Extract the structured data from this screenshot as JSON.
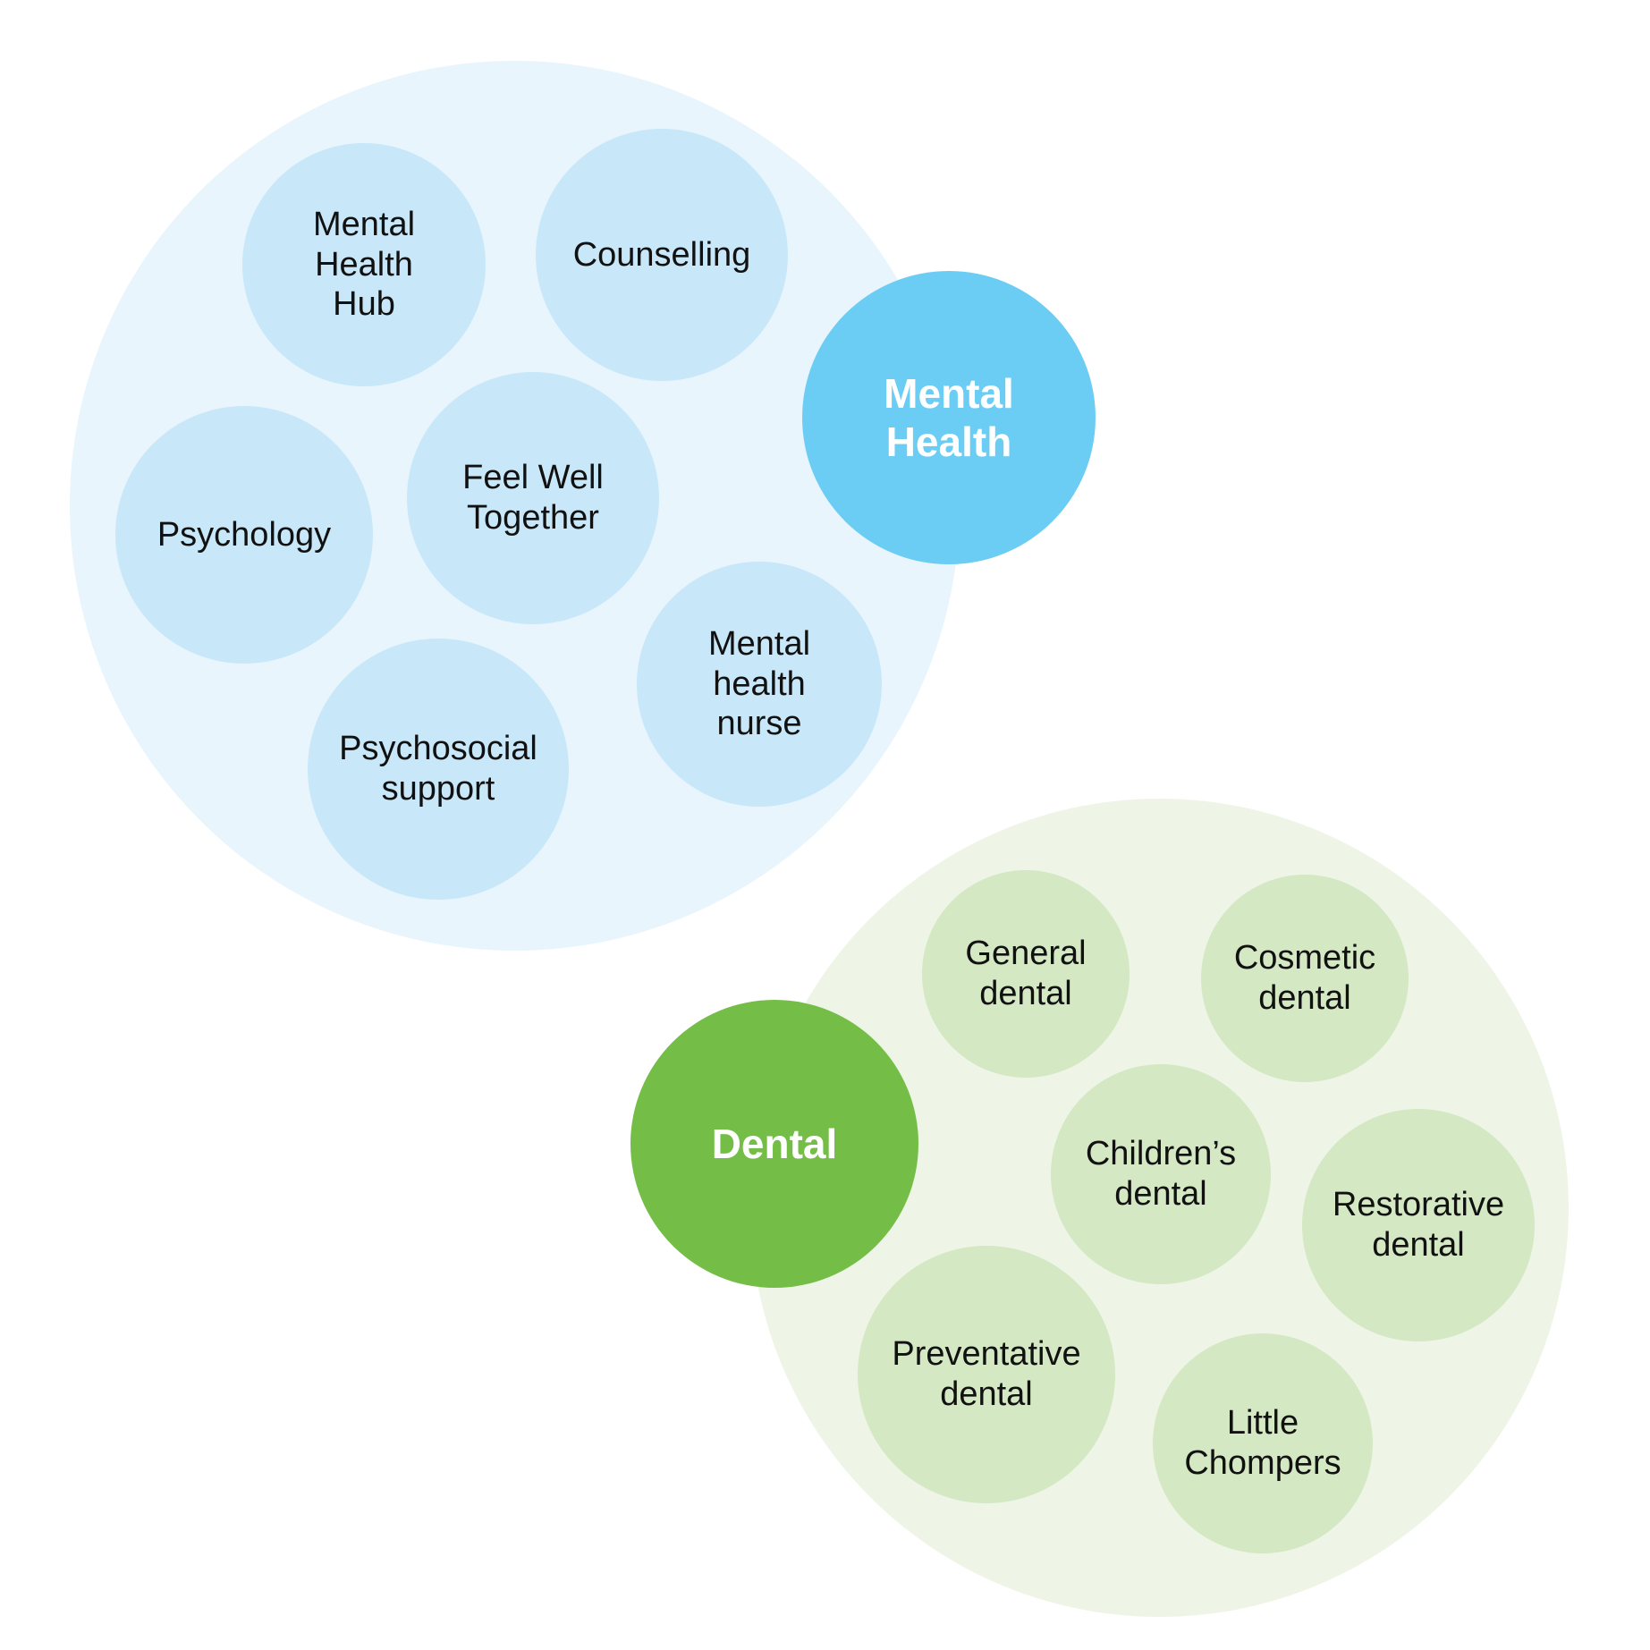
{
  "colors": {
    "mental_bg": "#e8f5fc",
    "mental_item": "#c8e8f9",
    "mental_hub": "#6ccdf4",
    "dental_bg": "#eef5e6",
    "dental_item": "#d4e8c3",
    "dental_hub": "#74be47"
  },
  "mental_health": {
    "hub_label": "Mental\nHealth",
    "items": {
      "hub": "Mental\nHealth\nHub",
      "counselling": "Counselling",
      "psychology": "Psychology",
      "feel_well": "Feel Well\nTogether",
      "nurse": "Mental\nhealth\nnurse",
      "psychosocial": "Psychosocial\nsupport"
    }
  },
  "dental": {
    "hub_label": "Dental",
    "items": {
      "general": "General\ndental",
      "cosmetic": "Cosmetic\ndental",
      "children": "Children’s\ndental",
      "restorative": "Restorative\ndental",
      "preventative": "Preventative\ndental",
      "little": "Little\nChompers"
    }
  }
}
